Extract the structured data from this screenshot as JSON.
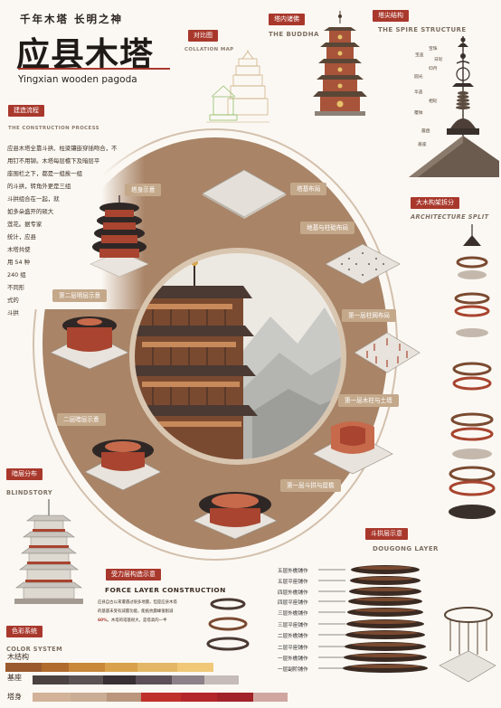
{
  "header": {
    "subtitle": "千年木塔 长明之神",
    "title": "应县木塔",
    "english_title": "Yingxian wooden pagoda"
  },
  "collation": {
    "tag": "对比图",
    "en": "COLLATION MAP"
  },
  "buddha": {
    "tag": "塔内诸佛",
    "en": "THE BUDDHA"
  },
  "spire": {
    "tag": "塔尖结构",
    "en": "THE SPIRE STRUCTURE",
    "labels": [
      "宝珠",
      "宝盖",
      "日轮",
      "仰月",
      "圆光",
      "华盖",
      "相轮",
      "覆钵",
      "露盘",
      "基座"
    ]
  },
  "process": {
    "tag": "建造流程",
    "en": "THE CONSTRUCTION PROCESS",
    "lines": [
      "应县木塔全靠斗拱、柱梁镶嵌穿插吻合，不",
      "用钉不用铆。木塔每层檐下及暗层平",
      "座围栏之下，都是一组挨一组",
      "的斗拱，转角外更是三组",
      "斗拱组合在一起，就",
      "如多朵盛开的硕大",
      "莲花。据专家",
      "统计，应县",
      "木塔共使",
      "用 54 种",
      "240 组",
      "不同形",
      "式的",
      "斗拱"
    ]
  },
  "steps": {
    "s1": "塔身示意",
    "s2": "塔基布局",
    "s3": "地基与柱础布局",
    "s4": "第一层柱网布局",
    "s5": "第一层木柱与土墙",
    "s6": "第一层斗拱与屋檐",
    "s7": "二层暗层示意",
    "s8": "第二层明层示意"
  },
  "split": {
    "tag": "大木构架拆分",
    "en": "ARCHITECTURE SPLIT"
  },
  "blindstory": {
    "tag": "暗层分布",
    "en": "BLINDSTORY"
  },
  "force": {
    "tag": "受力层构造示意",
    "en": "FORCE LAYER CONSTRUCTION",
    "text_1": "应县自古以来遭遇过很多地震，但是应县木塔",
    "text_2": "的基座未受有减震功能，能抵抗震峰值削减",
    "text_3_bold": "60%",
    "text_3": "。木塔的塔基很大，是塔高的一半"
  },
  "dougong": {
    "tag": "斗拱层示意",
    "en": "DOUGONG LAYER",
    "labels": [
      "五层外檐铺作",
      "五层平座铺作",
      "四层外檐铺作",
      "四层平座铺作",
      "三层外檐铺作",
      "三层平座铺作",
      "二层外檐铺作",
      "二层平座铺作",
      "一层外檐铺作",
      "一层副阶铺作"
    ]
  },
  "color_system": {
    "tag": "色彩系统",
    "en": "COLOR SYSTEM",
    "rows": [
      {
        "label": "木结构",
        "colors": [
          "#9a5a2e",
          "#b06a2c",
          "#c9873a",
          "#d9a14c",
          "#e3b766",
          "#f0c878"
        ]
      },
      {
        "label": "基座",
        "colors": [
          "#4a4140",
          "#5b5253",
          "#372f33",
          "#5d4f58",
          "#8c8089",
          "#c5bbb8"
        ]
      },
      {
        "label": "塔身",
        "colors": [
          "#d2b399",
          "#c9ad95",
          "#b9967c",
          "#c0302a",
          "#b3262a",
          "#a12228",
          "#cfa7a0"
        ]
      }
    ]
  }
}
